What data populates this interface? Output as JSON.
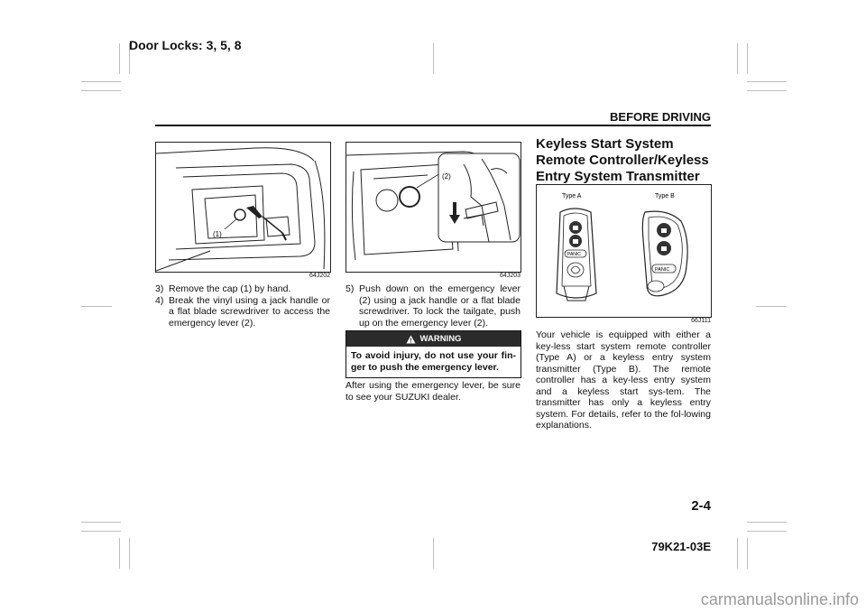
{
  "header": {
    "tag": "Door Locks: 3, 5, 8",
    "section": "BEFORE DRIVING"
  },
  "col1": {
    "figure_code": "64J202",
    "callout_1": "(1)",
    "steps": [
      {
        "num": "3)",
        "text": "Remove the cap (1) by hand."
      },
      {
        "num": "4)",
        "text": "Break the vinyl using a jack handle or a flat blade screwdriver to access the emergency lever (2)."
      }
    ]
  },
  "col2": {
    "figure_code": "64J203",
    "callout_2": "(2)",
    "steps": [
      {
        "num": "5)",
        "text": "Push down on the emergency lever (2) using a jack handle or a flat blade screwdriver. To lock the tailgate, push up on the emergency lever (2)."
      }
    ],
    "warning": {
      "title": "WARNING",
      "text": "To avoid injury, do not use your fin-ger to push the emergency lever."
    },
    "after": "After using the emergency lever, be sure to see your SUZUKI dealer."
  },
  "col3": {
    "heading": "Keyless Start System Remote Controller/Keyless Entry System Transmitter",
    "figure_code": "66J111",
    "type_a": "Type A",
    "type_b": "Type B",
    "panic": "PANIC",
    "paragraph": "Your vehicle is equipped with either a key-less start system remote controller (Type A) or a keyless entry system transmitter (Type B). The remote controller has a key-less entry system and a keyless start sys-tem. The transmitter has only a keyless entry system. For details, refer to the fol-lowing explanations."
  },
  "footer": {
    "page_number": "2-4",
    "doc_code": "79K21-03E",
    "watermark": "carmanualsonline.info"
  }
}
